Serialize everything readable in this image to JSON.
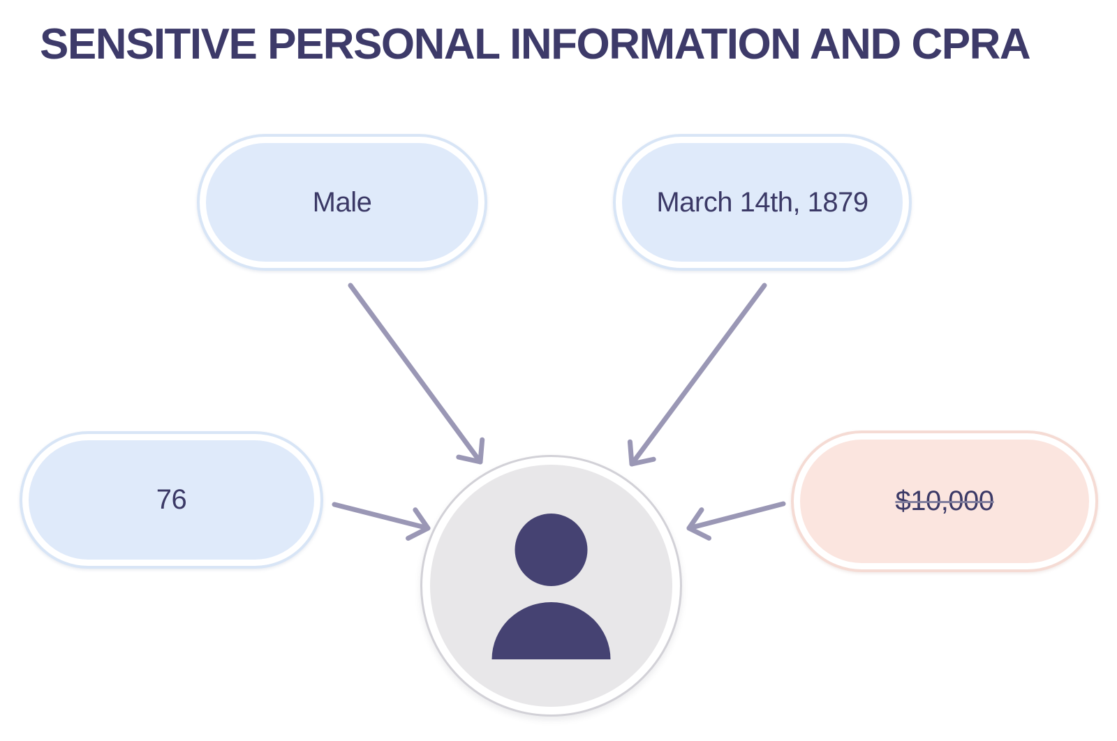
{
  "title": "SENSITIVE PERSONAL INFORMATION AND CPRA",
  "nodes": [
    {
      "label": "Male",
      "variant": "blue",
      "strikethrough": false
    },
    {
      "label": "March 14th, 1879",
      "variant": "blue",
      "strikethrough": false
    },
    {
      "label": "76",
      "variant": "blue",
      "strikethrough": false
    },
    {
      "label": "$10,000",
      "variant": "pink",
      "strikethrough": true
    }
  ],
  "center": {
    "icon": "person-icon"
  },
  "colors": {
    "background": "#ffffff",
    "title_text": "#3d3a69",
    "node_text": "#3b3966",
    "blue_fill": "#dfeafa",
    "blue_border": "#d8e5f6",
    "pink_fill": "#fbe5df",
    "pink_border": "#f5dbd4",
    "arrow": "#9a97b5",
    "avatar_fill": "#e8e7e9",
    "avatar_ring": "#d2d1d7",
    "person_icon": "#454272"
  }
}
